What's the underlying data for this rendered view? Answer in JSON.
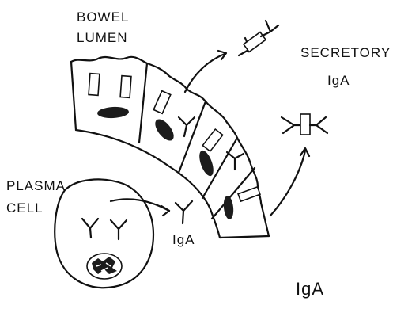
{
  "labels": {
    "bowel": "BOWEL",
    "lumen": "LUMEN",
    "secretory": "SECRETORY",
    "secretory_iga": "IgA",
    "plasma": "PLASMA",
    "cell": "CELL",
    "iga_mid": "IgA",
    "iga_bottom": "IgA"
  }
}
